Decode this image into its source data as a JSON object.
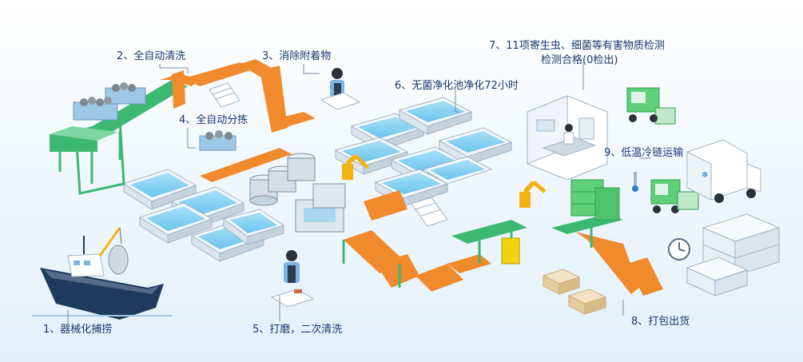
{
  "steps": [
    {
      "id": "1",
      "label": "1、器械化捕捞"
    },
    {
      "id": "2",
      "label": "2、全自动清洗"
    },
    {
      "id": "3",
      "label": "3、消除附着物"
    },
    {
      "id": "4",
      "label": "4、全自动分拣"
    },
    {
      "id": "5",
      "label": "5、打磨，二次清洗"
    },
    {
      "id": "6",
      "label": "6、无菌净化池净化72小时"
    },
    {
      "id": "7",
      "label_line1": "7、11项寄生虫、细菌等有害物质检测",
      "label_line2": "检测合格(0检出)"
    },
    {
      "id": "8",
      "label": "8、打包出货"
    },
    {
      "id": "9",
      "label": "9、低温冷链运输"
    }
  ],
  "colors": {
    "conveyor_orange": "#f08a2c",
    "frame_green": "#3db873",
    "water_blue": "#8fd3f4",
    "pool_wall": "#ffffff",
    "text_navy": "#1a3a6b",
    "machine_gray": "#cdd6df"
  }
}
